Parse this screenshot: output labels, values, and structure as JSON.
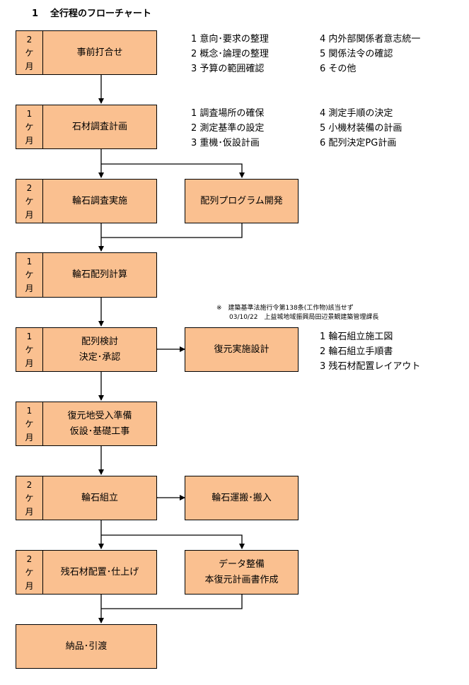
{
  "title": {
    "number": "1",
    "text": "全行程のフローチャート"
  },
  "steps": {
    "s1": {
      "dur": [
        "2",
        "ケ",
        "月"
      ],
      "lines": [
        "事前打合せ"
      ]
    },
    "s2": {
      "dur": [
        "1",
        "ケ",
        "月"
      ],
      "lines": [
        "石材調査計画"
      ]
    },
    "s3": {
      "dur": [
        "2",
        "ケ",
        "月"
      ],
      "lines": [
        "輪石調査実施"
      ]
    },
    "s3b": {
      "lines": [
        "配列プログラム開発"
      ]
    },
    "s4": {
      "dur": [
        "1",
        "ケ",
        "月"
      ],
      "lines": [
        "輪石配列計算"
      ]
    },
    "s5": {
      "dur": [
        "1",
        "ケ",
        "月"
      ],
      "lines": [
        "配列検討",
        "決定･承認"
      ]
    },
    "s5b": {
      "lines": [
        "復元実施設計"
      ]
    },
    "s6": {
      "dur": [
        "1",
        "ケ",
        "月"
      ],
      "lines": [
        "復元地受入準備",
        "仮設･基礎工事"
      ]
    },
    "s7": {
      "dur": [
        "2",
        "ケ",
        "月"
      ],
      "lines": [
        "輪石組立"
      ]
    },
    "s7b": {
      "lines": [
        "輪石運搬･搬入"
      ]
    },
    "s8": {
      "dur": [
        "2",
        "ケ",
        "月"
      ],
      "lines": [
        "残石材配置･仕上げ"
      ]
    },
    "s8b": {
      "lines": [
        "データ整備",
        "本復元計画書作成"
      ]
    },
    "s9": {
      "lines": [
        "納品･引渡"
      ]
    }
  },
  "notes": {
    "n1a": [
      "1 意向･要求の整理",
      "2 概念･論理の整理",
      "3 予算の範囲確認"
    ],
    "n1b": [
      "4 内外部関係者意志統一",
      "5 関係法令の確認",
      "6 その他"
    ],
    "n2a": [
      "1 調査場所の確保",
      "2 測定基準の設定",
      "3 重機･仮設計画"
    ],
    "n2b": [
      "4 測定手順の決定",
      "5 小機材装備の計画",
      "6 配列決定PG計画"
    ],
    "n5": [
      "1 輪石組立施工図",
      "2 輪石組立手順書",
      "3 残石材配置レイアウト"
    ]
  },
  "annotation": {
    "line1": "※　建築基準法施行令第138条(工作物)該当せず",
    "line2": "03/10/22　上益城地域振興局田辺景観建築管理課長"
  },
  "colors": {
    "box_fill": "#FAC090",
    "line": "#000000"
  }
}
